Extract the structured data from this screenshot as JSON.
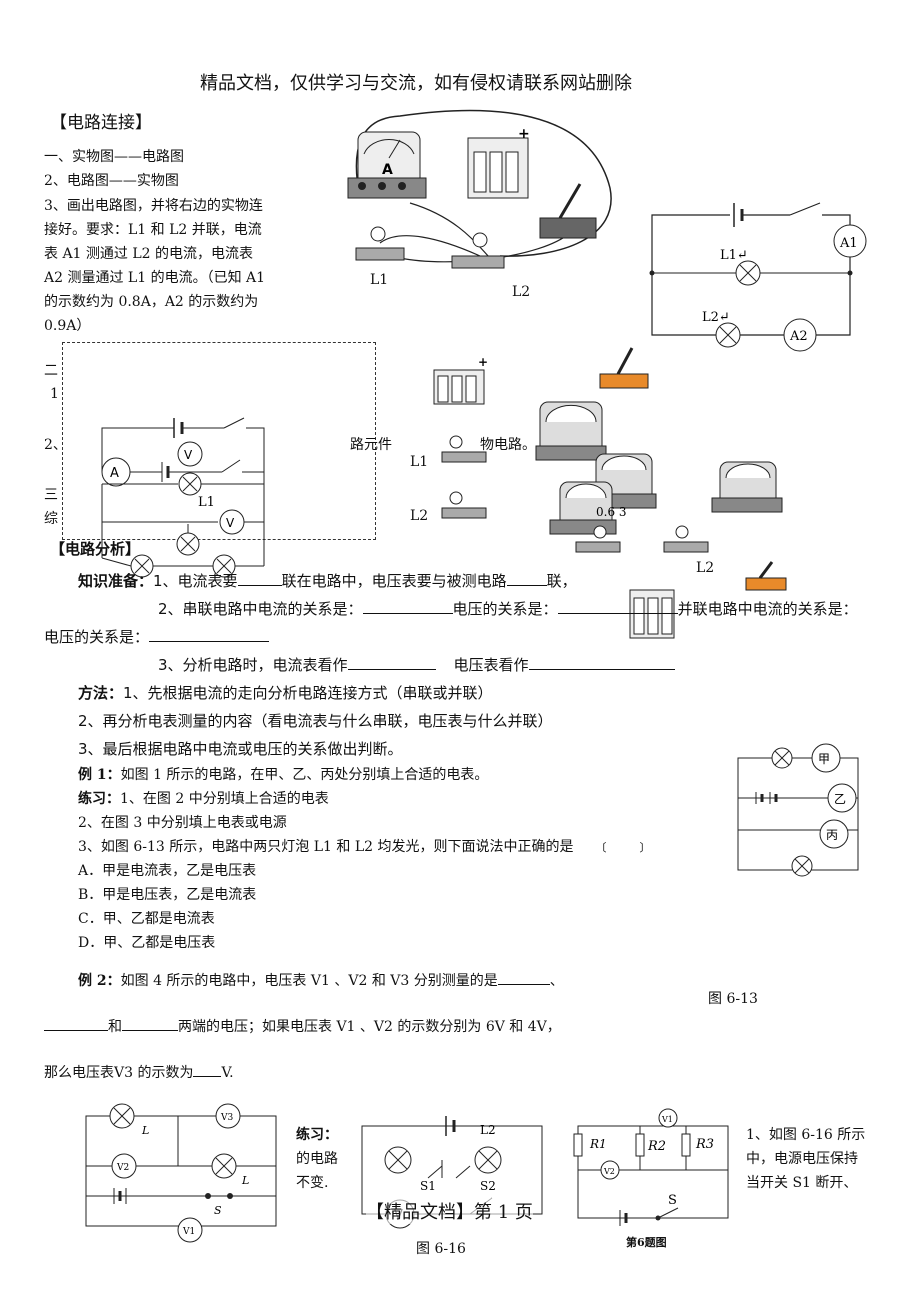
{
  "header": {
    "watermark": "精品文档，仅供学习与交流，如有侵权请联系网站删除"
  },
  "section1": {
    "title": "【电路连接】",
    "items": [
      "一、实物图——电路图",
      "2、电路图——实物图"
    ],
    "q3_lines": [
      "3、画出电路图，并将右边的实物连",
      "接好。要求：L1 和 L2 并联，电流",
      "表 A1 测通过 L2 的电流，电流表",
      "A2 测量通过 L1 的电流。（已知 A1",
      "的示数约为 0.8A，A2 的示数约为",
      "0.9A）"
    ]
  },
  "partial_lines": {
    "two": "二",
    "one": "1",
    "two_b": "2、",
    "three": "三",
    "zong": "综",
    "fragment": "路元件",
    "fragment2": "物电路。"
  },
  "circuit_labels": {
    "L1": "L1",
    "L2": "L2",
    "A": "A",
    "V": "V",
    "A1": "A1",
    "A2": "A2",
    "L1_tag": "L1↵",
    "L2_tag": "L2↵",
    "nums": "0.6 3"
  },
  "section2": {
    "title": "【电路分析】",
    "prep_label": "知识准备：",
    "prep1_a": "1、电流表要",
    "prep1_b": "联在电路中，电压表要与被测电路",
    "prep1_c": "联，",
    "prep2_a": "2、串联电路中电流的关系是：",
    "prep2_b": "电压的关系是：",
    "prep2_c": "并联电路中电流的关系是：",
    "prep2_d": "电压的关系是：",
    "prep3_a": "3、分析电路时，电流表看作",
    "prep3_b": "电压表看作",
    "method_label": "方法：",
    "method1": "1、先根据电流的走向分析电路连接方式（串联或并联）",
    "method2": "2、再分析电表测量的内容（看电流表与什么串联，电压表与什么并联）",
    "method3": "3、最后根据电路中电流或电压的关系做出判断。"
  },
  "examples": {
    "ex1_label": "例 1：",
    "ex1": "如图 1 所示的电路，在甲、乙、丙处分别填上合适的电表。",
    "practice_label": "练习：",
    "p1": "1、在图 2 中分别填上合适的电表",
    "p2": "2、在图 3 中分别填上电表或电源",
    "p3": "3、如图 6-13 所示，电路中两只灯泡 L1 和 L2 均发光，则下面说法中正确的是",
    "p3_paren": "〔　　　〕",
    "opts": [
      "A．甲是电流表，乙是电压表",
      "B．甲是电压表，乙是电流表",
      "C．甲、乙都是电流表",
      "D．甲、乙都是电压表"
    ],
    "meters": [
      "甲",
      "乙",
      "丙"
    ],
    "fig613": "图 6-13",
    "ex2_label": "例 2：",
    "ex2_a": "如图 4 所示的电路中，电压表 V1 、V2 和 V3 分别测量的是",
    "ex2_b": "和",
    "ex2_c": "两端的电压；如果电压表 V1 、V2 的示数分别为 6V 和 4V，",
    "ex2_d": "那么电压表V3 的示数为",
    "ex2_e": "V."
  },
  "bottom": {
    "practice": "练习：",
    "pr_lines": [
      "的电路",
      "不变."
    ],
    "right_lines": [
      "1、如图 6-16 所示",
      "中，电源电压保持",
      "当开关 S1 断开、"
    ],
    "fig616": "图 6-16",
    "fig6": "第6题图",
    "footer": "【精品文档】第 1 页",
    "labels": {
      "L1": "L",
      "L2": "L",
      "S": "S",
      "S1": "S1",
      "S2": "S2",
      "R1": "R1",
      "R2": "R2",
      "R3": "R3",
      "V1": "V1",
      "V2": "V2",
      "V3": "V3"
    }
  }
}
